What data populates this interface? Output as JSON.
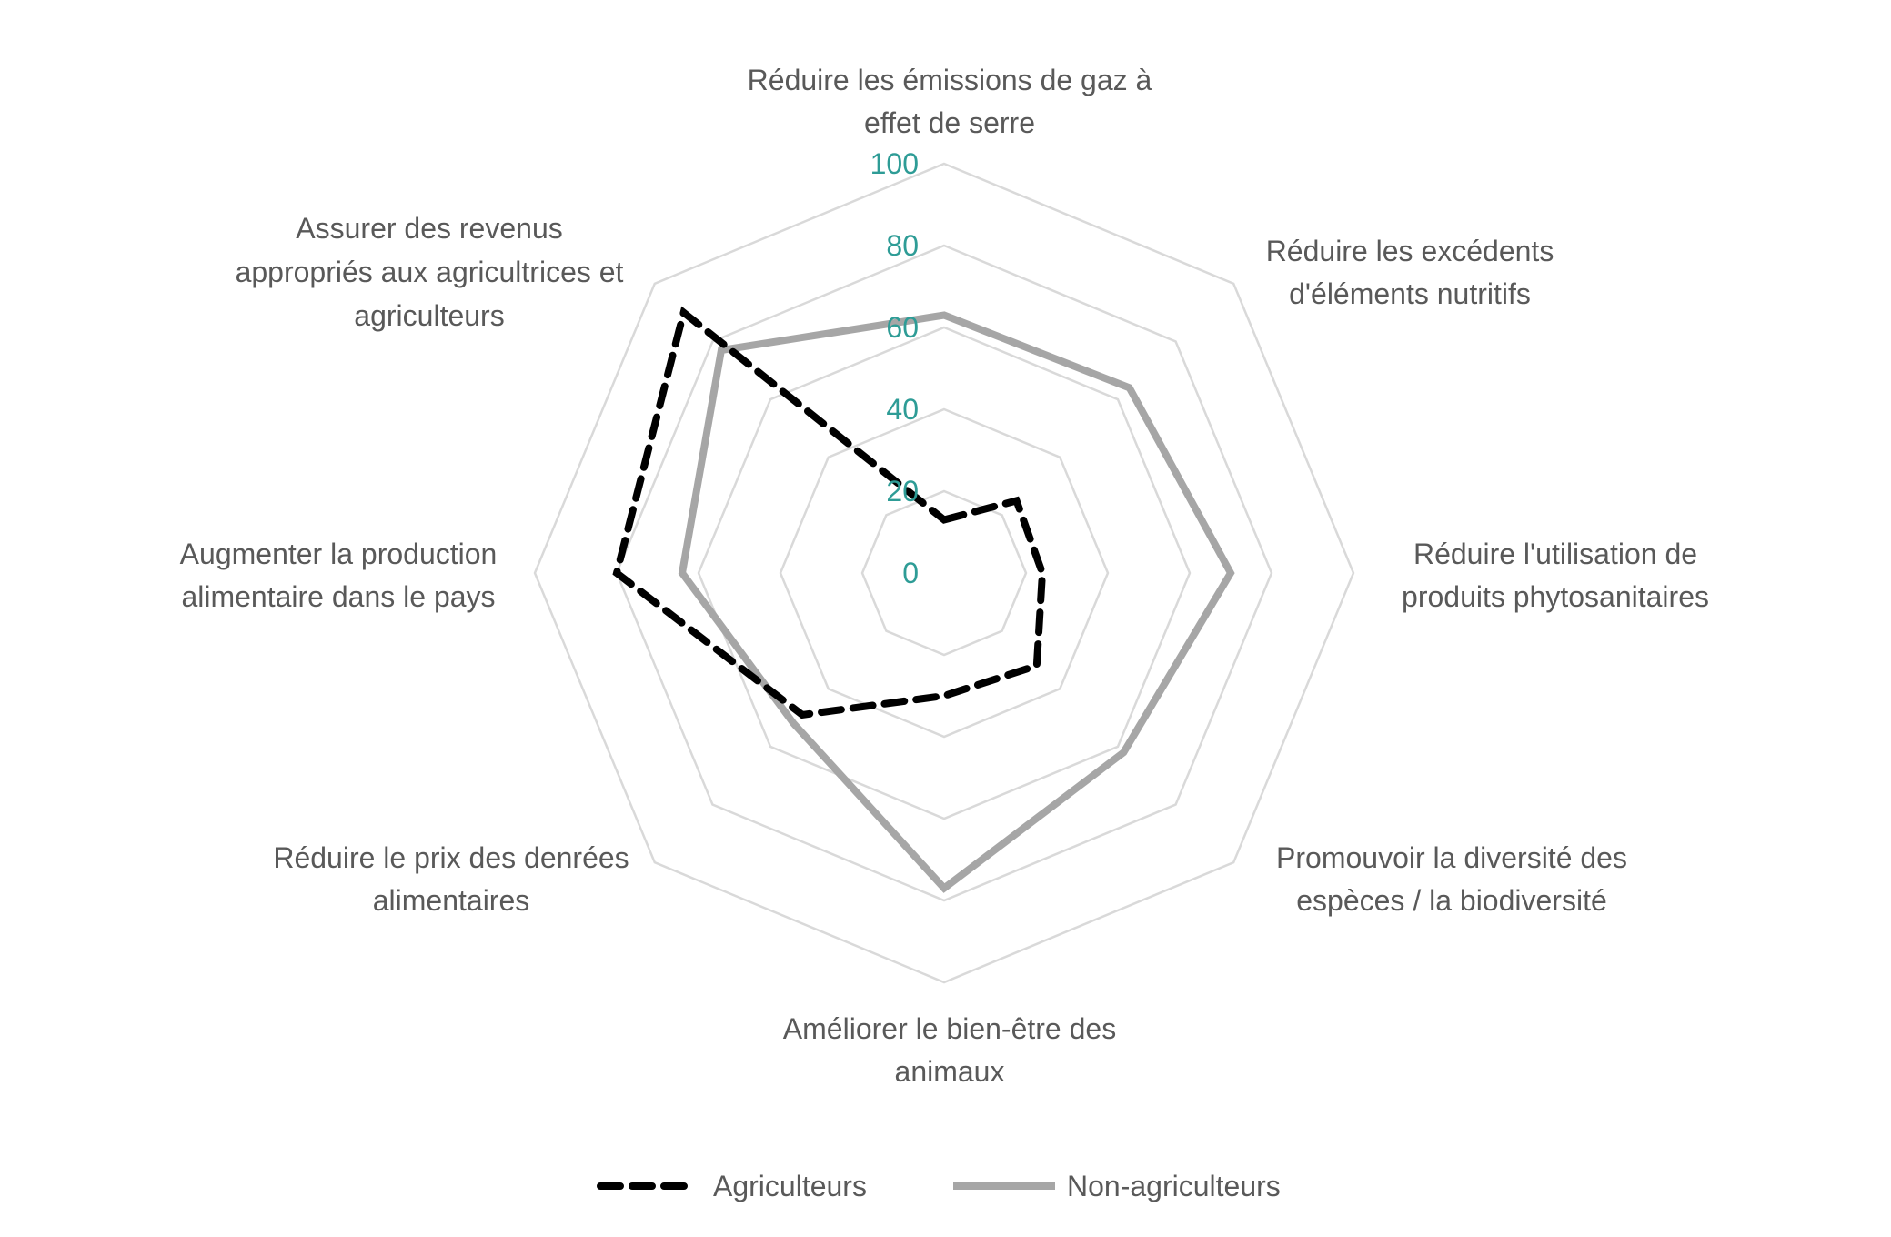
{
  "chart_data": {
    "type": "radar",
    "title": "",
    "axes": [
      [
        "Réduire les émissions de gaz à",
        "effet de serre"
      ],
      [
        "Réduire les excédents",
        "d'éléments nutritifs"
      ],
      [
        "Réduire l'utilisation de",
        "produits phytosanitaires"
      ],
      [
        "Promouvoir la diversité des",
        "espèces / la biodiversité"
      ],
      [
        "Améliorer le bien-être des",
        "animaux"
      ],
      [
        "Réduire le prix des denrées",
        "alimentaires"
      ],
      [
        "Augmenter la production",
        "alimentaire dans le pays"
      ],
      [
        "Assurer des revenus",
        "appropriés aux agricultrices et",
        "agriculteurs"
      ]
    ],
    "rlim": [
      0,
      100
    ],
    "ticks": [
      "0",
      "20",
      "40",
      "60",
      "80",
      "100"
    ],
    "grid": true,
    "legend_position": "bottom",
    "series": [
      {
        "name": "Agriculteurs",
        "color": "#000000",
        "style": "dashed",
        "values": [
          13,
          25,
          24,
          32,
          30,
          49,
          80,
          90
        ]
      },
      {
        "name": "Non-agriculteurs",
        "color": "#a6a6a6",
        "style": "solid",
        "values": [
          63,
          64,
          70,
          62,
          77,
          52,
          64,
          77
        ]
      }
    ]
  }
}
